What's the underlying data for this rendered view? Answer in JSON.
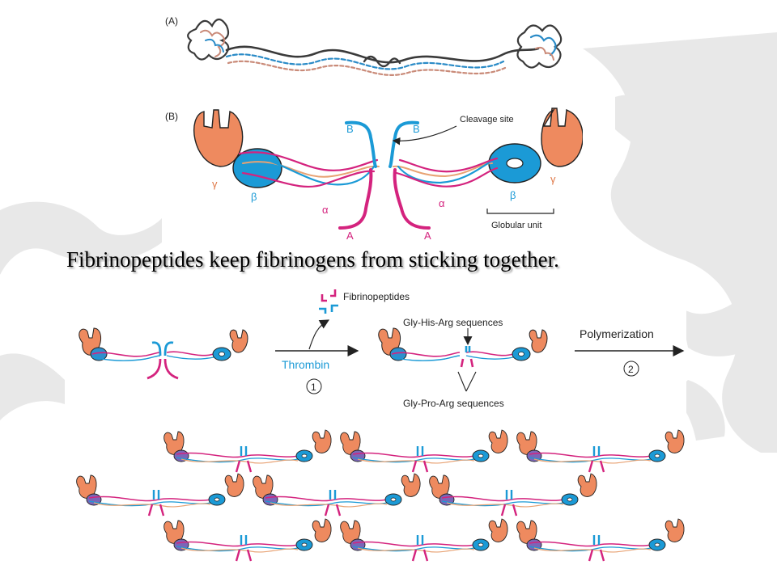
{
  "panel_a": {
    "label": "(A)"
  },
  "panel_b": {
    "label": "(B)",
    "cleavage_site": "Cleavage site",
    "b_left": "B",
    "b_right": "B",
    "a_left": "A",
    "a_right": "A",
    "gamma_left": "γ",
    "gamma_right": "γ",
    "beta_left": "β",
    "beta_right": "β",
    "alpha_left": "α",
    "alpha_right": "α",
    "globular_unit": "Globular unit"
  },
  "caption": "Fibrinopeptides keep fibrinogens from sticking together.",
  "reaction": {
    "fibrinopeptides": "Fibrinopeptides",
    "thrombin": "Thrombin",
    "step1": "1",
    "gly_his_arg": "Gly-His-Arg sequences",
    "gly_pro_arg": "Gly-Pro-Arg sequences",
    "polymerization": "Polymerization",
    "step2": "2"
  },
  "colors": {
    "gamma_orange": "#ee8a5f",
    "beta_blue": "#1b9ad6",
    "alpha_magenta": "#d4237e",
    "chain_tan": "#e8a273",
    "arrow": "#222222"
  }
}
